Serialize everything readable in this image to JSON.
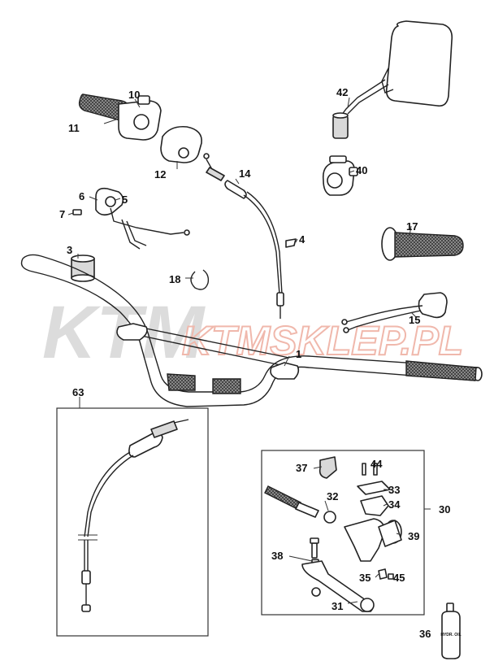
{
  "watermark": {
    "brand": "KTM",
    "shop": "KTMSKLEP.PL"
  },
  "callouts": [
    "1",
    "3",
    "4",
    "5",
    "6",
    "7",
    "10",
    "11",
    "12",
    "14",
    "15",
    "17",
    "18",
    "30",
    "31",
    "32",
    "33",
    "34",
    "35",
    "36",
    "37",
    "38",
    "39",
    "40",
    "42",
    "44",
    "45",
    "63"
  ],
  "labels": {
    "bottle": "HYDR. OIL"
  }
}
